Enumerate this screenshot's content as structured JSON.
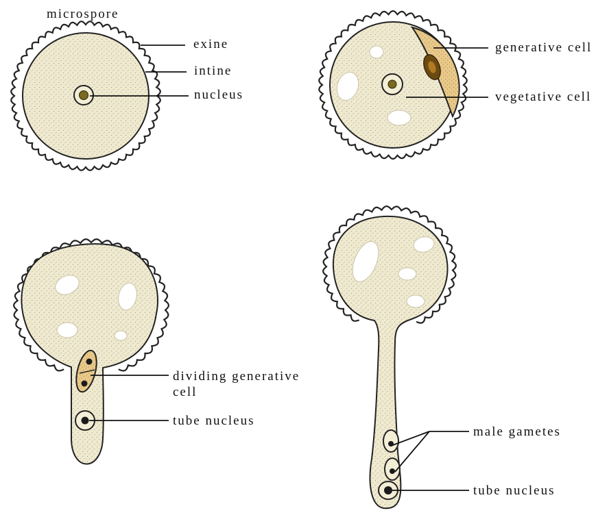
{
  "labels": {
    "microspore": "microspore",
    "exine": "exine",
    "intine": "intine",
    "nucleus": "nucleus",
    "generative_cell": "generative cell",
    "vegetative_cell": "vegetative cell",
    "dividing_line1": "dividing generative",
    "dividing_line2": "cell",
    "tube_nucleus_1": "tube nucleus",
    "male_gametes": "male gametes",
    "tube_nucleus_2": "tube nucleus"
  },
  "colors": {
    "cytoplasm": "#efe9cf",
    "stipple": "#8f8a72",
    "wall": "#222222",
    "generative_cell_fill": "#e9c98a",
    "nucleus_core": "#7a6a1e"
  }
}
